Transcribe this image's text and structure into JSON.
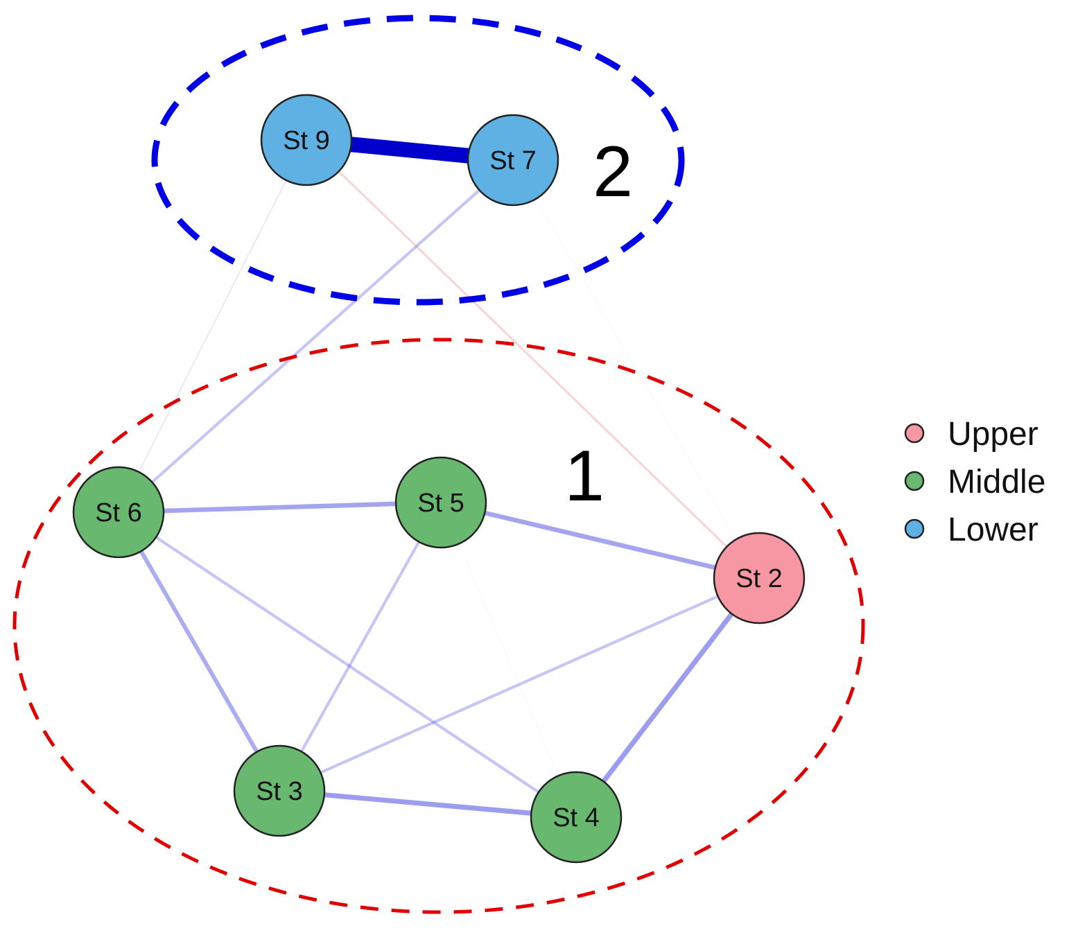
{
  "clusters": [
    {
      "id": "c1",
      "label": "1",
      "color": "#e00000"
    },
    {
      "id": "c2",
      "label": "2",
      "color": "#0000e6"
    }
  ],
  "groups": {
    "upper": {
      "label": "Upper",
      "color": "#f797a3"
    },
    "middle": {
      "label": "Middle",
      "color": "#69b86f"
    },
    "lower": {
      "label": "Lower",
      "color": "#5eb1e2"
    }
  },
  "nodes": [
    {
      "id": "st9",
      "label": "St 9",
      "group": "lower"
    },
    {
      "id": "st7",
      "label": "St 7",
      "group": "lower"
    },
    {
      "id": "st6",
      "label": "St 6",
      "group": "middle"
    },
    {
      "id": "st5",
      "label": "St 5",
      "group": "middle"
    },
    {
      "id": "st2",
      "label": "St 2",
      "group": "upper"
    },
    {
      "id": "st3",
      "label": "St 3",
      "group": "middle"
    },
    {
      "id": "st4",
      "label": "St 4",
      "group": "middle"
    }
  ],
  "edges": [
    {
      "from": "st9",
      "to": "st7",
      "sign": "positive",
      "weight": 1.0
    },
    {
      "from": "st9",
      "to": "st6",
      "sign": "positive",
      "weight": 0.15
    },
    {
      "from": "st9",
      "to": "st2",
      "sign": "negative",
      "weight": 0.15
    },
    {
      "from": "st7",
      "to": "st6",
      "sign": "positive",
      "weight": 0.35
    },
    {
      "from": "st7",
      "to": "st2",
      "sign": "positive",
      "weight": 0.05
    },
    {
      "from": "st6",
      "to": "st5",
      "sign": "positive",
      "weight": 0.55
    },
    {
      "from": "st6",
      "to": "st3",
      "sign": "positive",
      "weight": 0.5
    },
    {
      "from": "st6",
      "to": "st4",
      "sign": "positive",
      "weight": 0.35
    },
    {
      "from": "st5",
      "to": "st2",
      "sign": "positive",
      "weight": 0.55
    },
    {
      "from": "st5",
      "to": "st3",
      "sign": "positive",
      "weight": 0.35
    },
    {
      "from": "st5",
      "to": "st4",
      "sign": "positive",
      "weight": 0.05
    },
    {
      "from": "st2",
      "to": "st3",
      "sign": "positive",
      "weight": 0.35
    },
    {
      "from": "st2",
      "to": "st4",
      "sign": "positive",
      "weight": 0.6
    },
    {
      "from": "st3",
      "to": "st4",
      "sign": "positive",
      "weight": 0.6
    }
  ],
  "legend": [
    "upper",
    "middle",
    "lower"
  ]
}
